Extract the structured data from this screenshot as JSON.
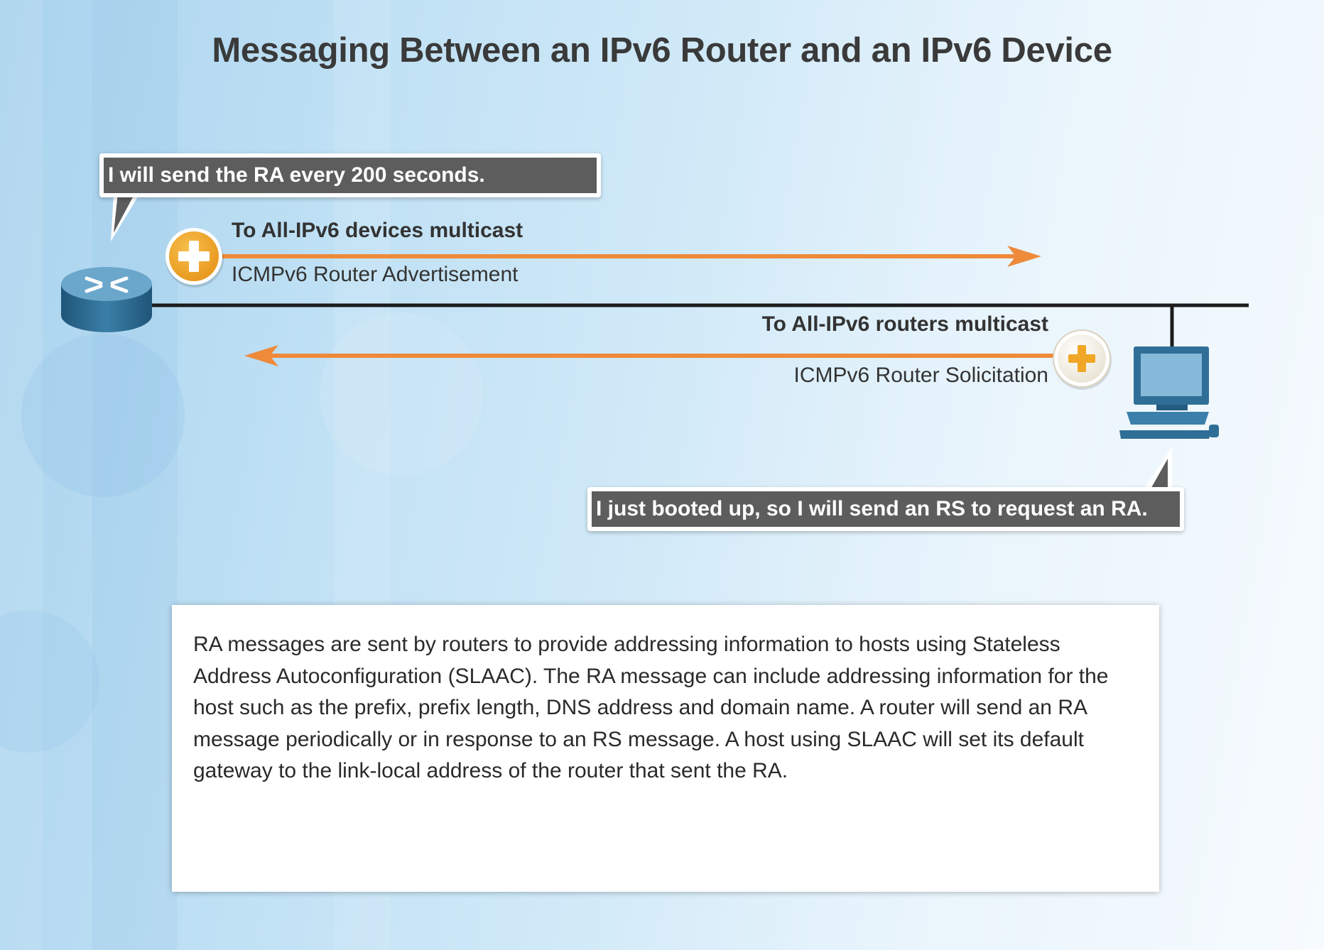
{
  "title": "Messaging Between an IPv6 Router and an IPv6 Device",
  "router": {
    "speech": "I will send the RA every 200 seconds."
  },
  "host": {
    "speech": "I just booted up, so I will send an RS to request an RA."
  },
  "router_advertisement": {
    "destination": "To All-IPv6 devices multicast",
    "message_type": "ICMPv6 Router Advertisement",
    "direction": "router-to-host"
  },
  "router_solicitation": {
    "destination": "To All-IPv6 routers multicast",
    "message_type": "ICMPv6 Router Solicitation",
    "direction": "host-to-router"
  },
  "info_panel": {
    "text": "RA messages are sent by routers to provide addressing information to hosts using Stateless Address Autoconfiguration (SLAAC). The RA message can include addressing information for the host such as the prefix, prefix length, DNS address and domain name. A router will send an RA message periodically or in response to an RS message. A host using SLAAC will set its default gateway to the link-local address of the router that sent the RA."
  },
  "icons": {
    "router": "router-icon",
    "host": "computer-icon",
    "expand_ra": "plus-icon",
    "expand_rs": "plus-icon"
  },
  "colors": {
    "arrow": "#ee8a3a",
    "ra_button": "#f2a92a",
    "rs_button": "#f6f2e6",
    "device_blue": "#2f6f97",
    "bubble": "#5d5d5d",
    "title": "#3a3a3a"
  }
}
